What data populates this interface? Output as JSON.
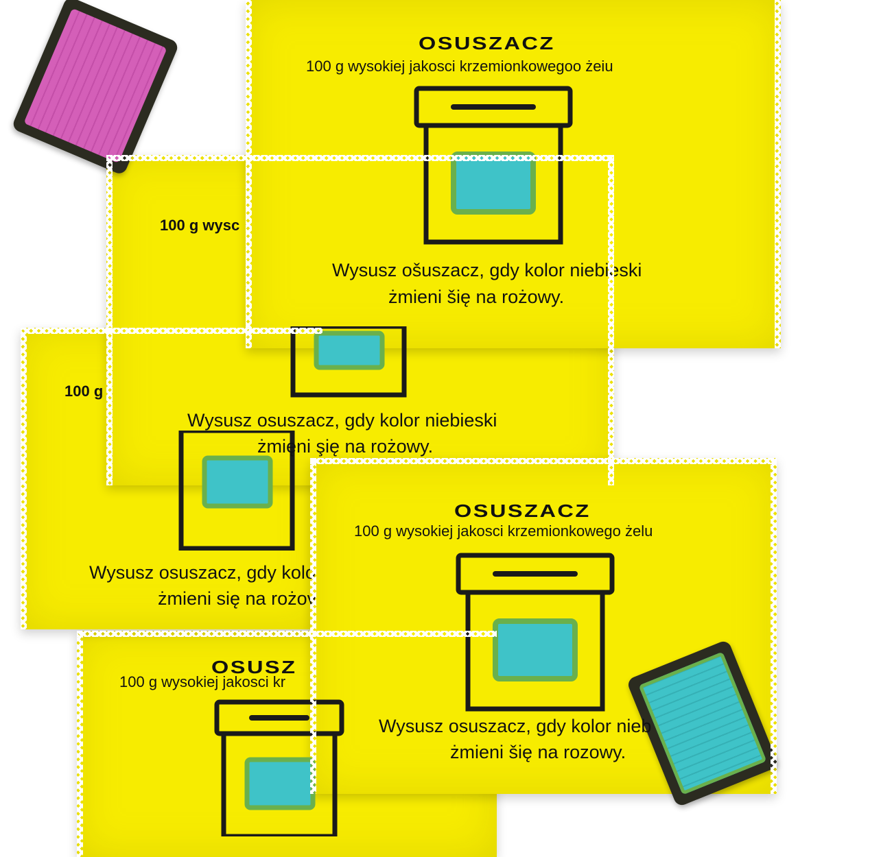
{
  "packets": [
    {
      "title": "",
      "subtitle": "",
      "instruction_line1": "",
      "instruction_line2": ""
    },
    {
      "title": "OSUSZ",
      "subtitle": "100 g wysokiej jakosci kr"
    },
    {
      "subtitle": "100 g",
      "instruction_line1": "Wysusz osuszacz, gdy kolo",
      "instruction_line2": "żmieni się na rożov"
    },
    {
      "subtitle": "100 g wysc",
      "instruction_line1": "Wysusz osuszacz, gdy kolor niebieski",
      "instruction_line2": "żmięni şię na rożowy."
    },
    {
      "title": "OSUSZACZ",
      "subtitle": "100 g wysokiej jakosci krzemionkowegoo żeiu",
      "instruction_line1": "Wysusz ošuszacz, gdy kolor niebieski",
      "instruction_line2": "żmieni šię na rożowy."
    },
    {
      "title": "OSUSZACZ",
      "subtitle": "100 g wysokiej jakosci krzemionkowego żelu",
      "instruction_line1": "Wysusz osuszacz, gdy kolor nieb",
      "instruction_line2": "żmieni šię na rozowy."
    }
  ],
  "colors": {
    "packet_yellow": "#f7ec00",
    "jar_outline": "#1a1a1a",
    "gel_blue": "#3fc3c8",
    "gel_green_border": "#6ab04c",
    "gel_pink": "#d45fb8",
    "swatch_frame": "#2b2b20"
  },
  "icons": [
    "jar-icon",
    "pink-gel-swatch",
    "blue-gel-swatch"
  ]
}
